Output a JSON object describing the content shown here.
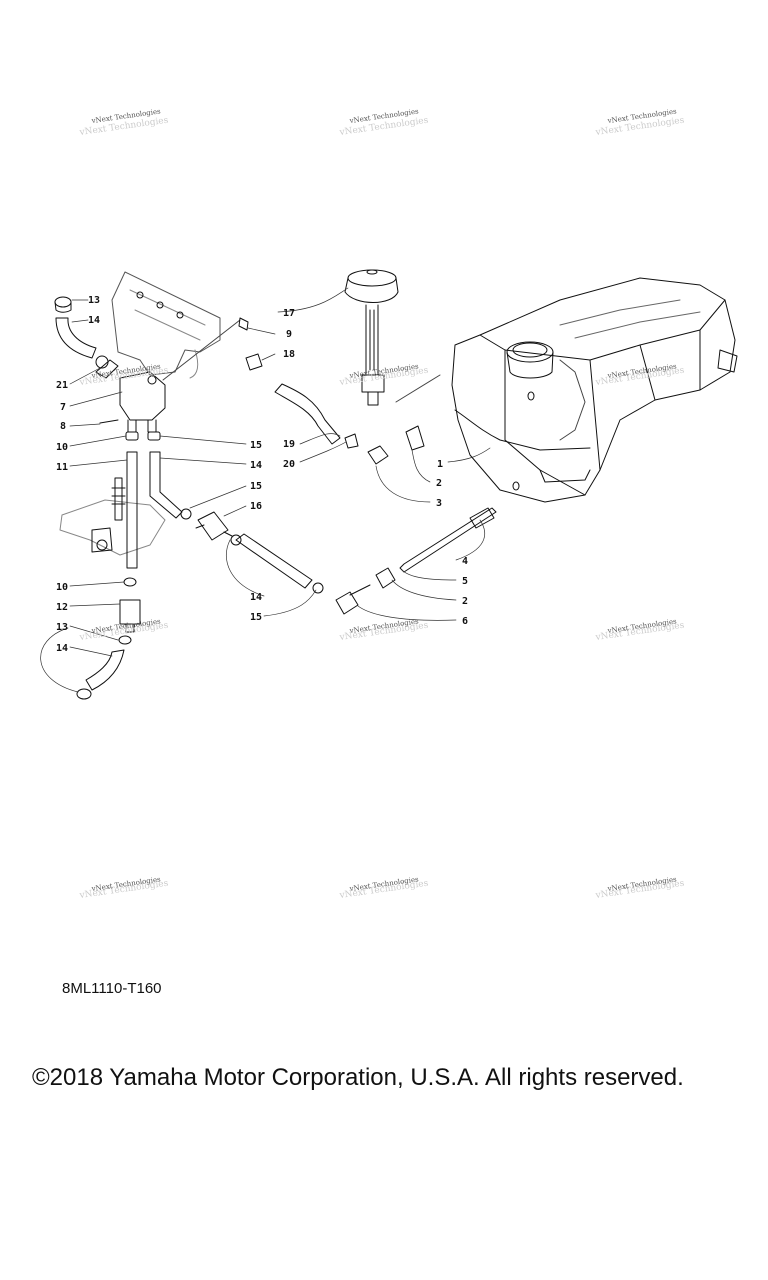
{
  "watermark": {
    "text": "vNext Technologies"
  },
  "callouts": [
    {
      "id": "c13a",
      "text": "13"
    },
    {
      "id": "c14a",
      "text": "14"
    },
    {
      "id": "c21",
      "text": "21"
    },
    {
      "id": "c7",
      "text": "7"
    },
    {
      "id": "c8",
      "text": "8"
    },
    {
      "id": "c10a",
      "text": "10"
    },
    {
      "id": "c11",
      "text": "11"
    },
    {
      "id": "c9",
      "text": "9"
    },
    {
      "id": "c18",
      "text": "18"
    },
    {
      "id": "c15a",
      "text": "15"
    },
    {
      "id": "c14b",
      "text": "14"
    },
    {
      "id": "c15b",
      "text": "15"
    },
    {
      "id": "c16",
      "text": "16"
    },
    {
      "id": "c17",
      "text": "17"
    },
    {
      "id": "c19",
      "text": "19"
    },
    {
      "id": "c20",
      "text": "20"
    },
    {
      "id": "c1",
      "text": "1"
    },
    {
      "id": "c2a",
      "text": "2"
    },
    {
      "id": "c3",
      "text": "3"
    },
    {
      "id": "c4",
      "text": "4"
    },
    {
      "id": "c5",
      "text": "5"
    },
    {
      "id": "c2b",
      "text": "2"
    },
    {
      "id": "c6",
      "text": "6"
    },
    {
      "id": "c10b",
      "text": "10"
    },
    {
      "id": "c12",
      "text": "12"
    },
    {
      "id": "c13b",
      "text": "13"
    },
    {
      "id": "c14c",
      "text": "14"
    },
    {
      "id": "c14d",
      "text": "14"
    },
    {
      "id": "c15c",
      "text": "15"
    }
  ],
  "diagram_code": "8ML1110-T160",
  "copyright": "©2018 Yamaha Motor Corporation, U.S.A. All rights reserved."
}
